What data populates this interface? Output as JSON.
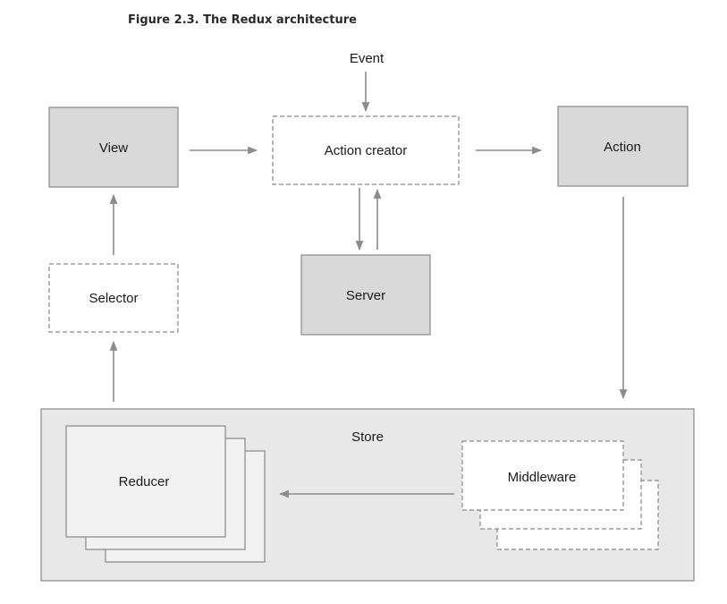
{
  "caption": "Figure 2.3. The Redux architecture",
  "nodes": {
    "event": "Event",
    "view": "View",
    "action_creator": "Action creator",
    "action": "Action",
    "selector": "Selector",
    "server": "Server",
    "store": "Store",
    "reducer": "Reducer",
    "middleware": "Middleware"
  },
  "colors": {
    "solid_fill": "#d9d9d9",
    "store_fill": "#e8e8e8",
    "border": "#888888",
    "arrow": "#8c8c8c",
    "dashed_fill": "#ffffff"
  }
}
